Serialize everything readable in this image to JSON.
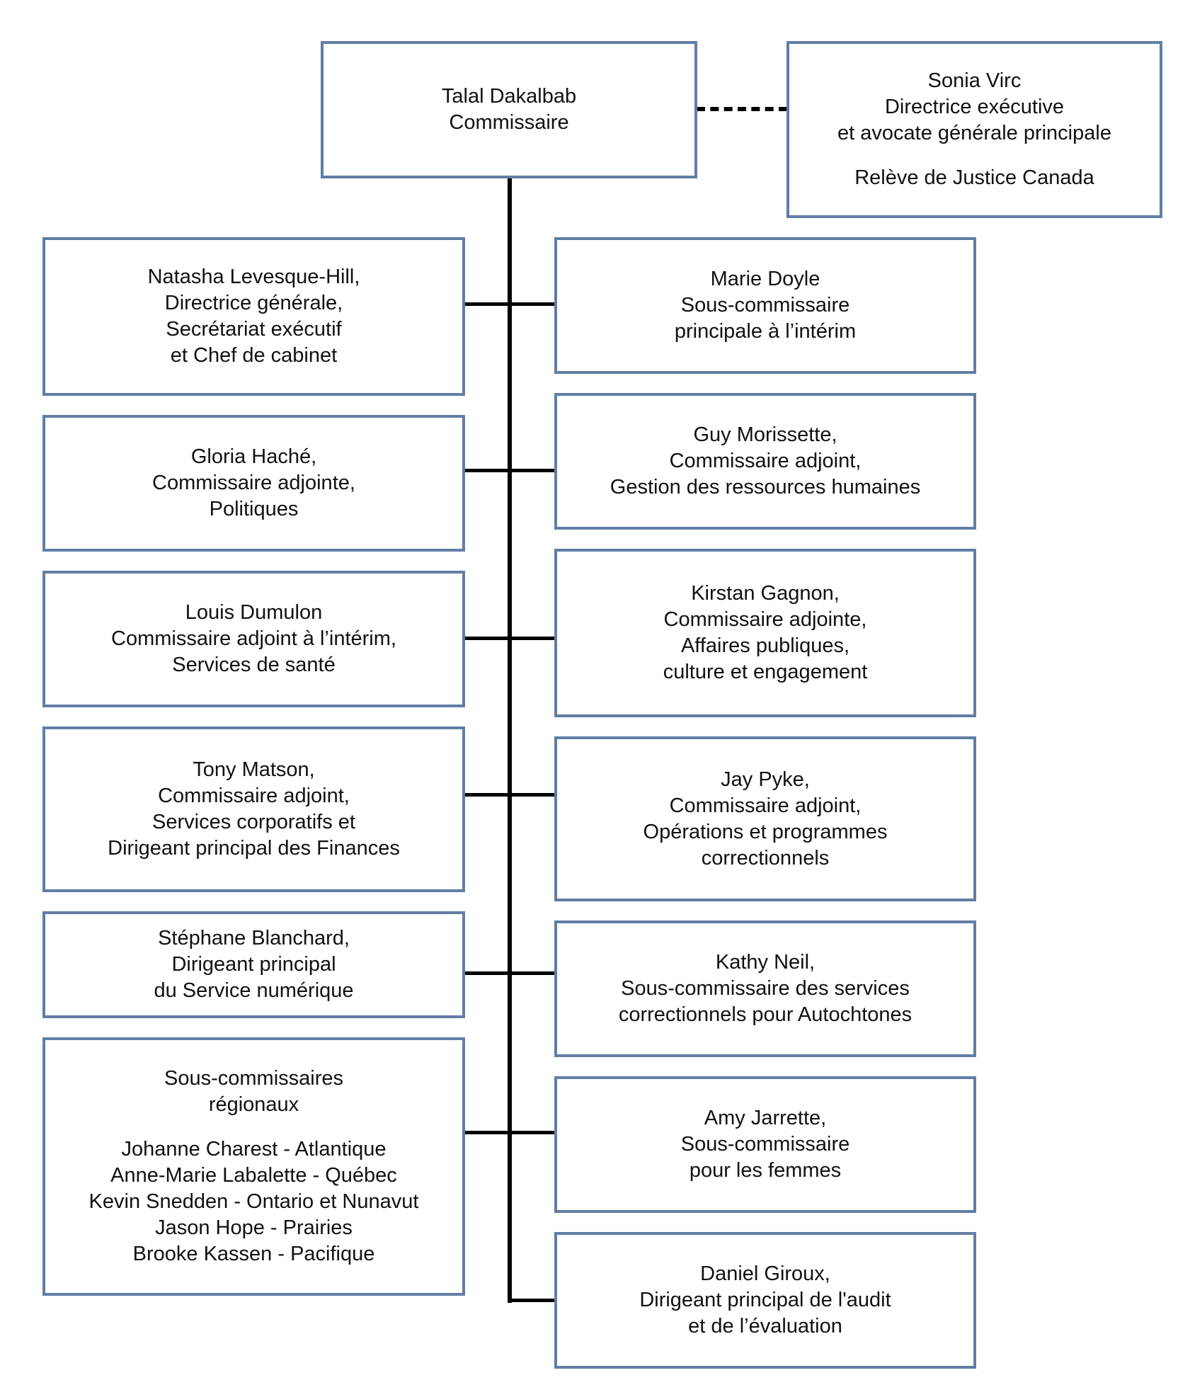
{
  "top": {
    "lines": [
      "Talal Dakalbab",
      "Commissaire"
    ]
  },
  "advisor": {
    "lines": [
      "Sonia Virc",
      "Directrice exécutive",
      "et avocate générale principale"
    ],
    "lines2": [
      "Relève de Justice Canada"
    ]
  },
  "left": [
    {
      "lines": [
        "Natasha Levesque-Hill,",
        "Directrice générale,",
        "Secrétariat exécutif",
        "et Chef de cabinet"
      ]
    },
    {
      "lines": [
        "Gloria Haché,",
        "Commissaire adjointe,",
        "Politiques"
      ]
    },
    {
      "lines": [
        "Louis Dumulon",
        "Commissaire adjoint à l’intérim,",
        "Services de santé"
      ]
    },
    {
      "lines": [
        "Tony Matson,",
        "Commissaire adjoint,",
        "Services corporatifs et",
        "Dirigeant principal des Finances"
      ]
    },
    {
      "lines": [
        "Stéphane Blanchard,",
        "Dirigeant principal",
        "du Service numérique"
      ]
    },
    {
      "lines": [
        "Sous-commissaires",
        "régionaux"
      ],
      "lines2": [
        "Johanne Charest - Atlantique",
        "Anne-Marie Labalette - Québec",
        "Kevin Snedden - Ontario et Nunavut",
        "Jason Hope - Prairies",
        "Brooke Kassen - Pacifique"
      ]
    }
  ],
  "right": [
    {
      "lines": [
        "Marie Doyle",
        "Sous-commissaire",
        "principale à l’intérim"
      ]
    },
    {
      "lines": [
        "Guy Morissette,",
        "Commissaire adjoint,",
        "Gestion des ressources humaines"
      ]
    },
    {
      "lines": [
        "Kirstan Gagnon,",
        "Commissaire adjointe,",
        "Affaires publiques,",
        "culture et engagement"
      ]
    },
    {
      "lines": [
        "Jay Pyke,",
        "Commissaire adjoint,",
        "Opérations et programmes",
        "correctionnels"
      ]
    },
    {
      "lines": [
        "Kathy Neil,",
        "Sous-commissaire des services",
        "correctionnels pour Autochtones"
      ]
    },
    {
      "lines": [
        "Amy Jarrette,",
        "Sous-commissaire",
        "pour les femmes"
      ]
    },
    {
      "lines": [
        "Daniel Giroux,",
        "Dirigeant principal de l'audit",
        "et de l’évaluation"
      ]
    }
  ],
  "colors": {
    "border": "#617ea4",
    "connector": "#000000",
    "text": "#111111"
  }
}
